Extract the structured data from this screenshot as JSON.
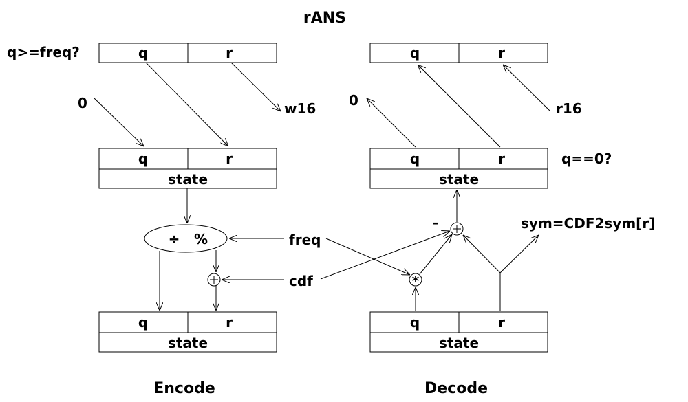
{
  "title": "rANS",
  "labels": {
    "encode": "Encode",
    "decode": "Decode",
    "q_ge_freq": "q>=freq?",
    "q_eq_zero": "q==0?",
    "zero_in": "0",
    "zero_out": "0",
    "w16": "w16",
    "r16": "r16",
    "freq": "freq",
    "cdf": "cdf",
    "sym": "sym=CDF2sym[r]",
    "minus": "–"
  },
  "cells": {
    "q": "q",
    "r": "r",
    "state": "state"
  },
  "ops": {
    "divide": "÷",
    "modulo": "%",
    "plus": "+",
    "times": "*"
  },
  "colors": {
    "ink": "#000000",
    "background": "#ffffff"
  }
}
